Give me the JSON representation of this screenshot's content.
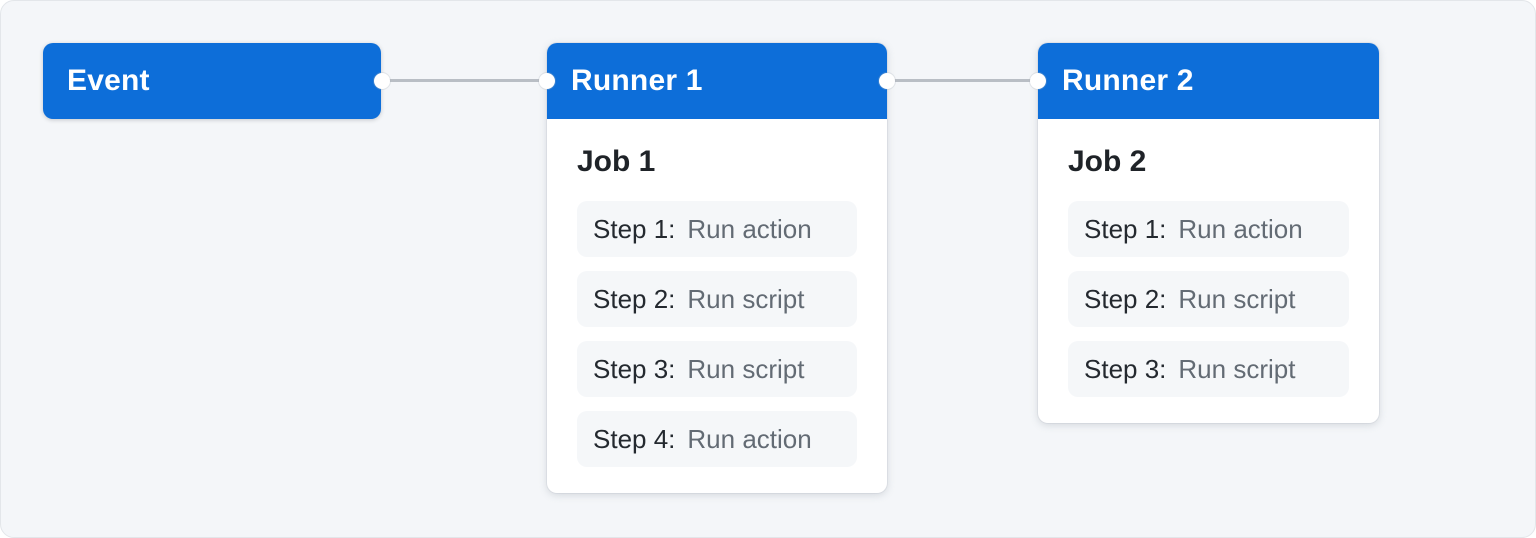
{
  "colors": {
    "accent_blue": "#0d6ed9",
    "panel_background": "#f4f6f9",
    "card_background": "#ffffff",
    "step_background": "#f5f7f9",
    "connector_gray": "#b9bec5",
    "header_text": "#ffffff",
    "job_text": "#1f2328",
    "step_name_text": "#24292f",
    "step_action_text": "#636b74"
  },
  "event": {
    "label": "Event"
  },
  "runners": [
    {
      "label": "Runner 1",
      "job": {
        "title": "Job 1",
        "steps": [
          {
            "name": "Step 1:",
            "action": "Run action"
          },
          {
            "name": "Step 2:",
            "action": "Run script"
          },
          {
            "name": "Step 3:",
            "action": "Run script"
          },
          {
            "name": "Step 4:",
            "action": "Run action"
          }
        ]
      }
    },
    {
      "label": "Runner 2",
      "job": {
        "title": "Job 2",
        "steps": [
          {
            "name": "Step 1:",
            "action": "Run action"
          },
          {
            "name": "Step 2:",
            "action": "Run script"
          },
          {
            "name": "Step 3:",
            "action": "Run script"
          }
        ]
      }
    }
  ]
}
